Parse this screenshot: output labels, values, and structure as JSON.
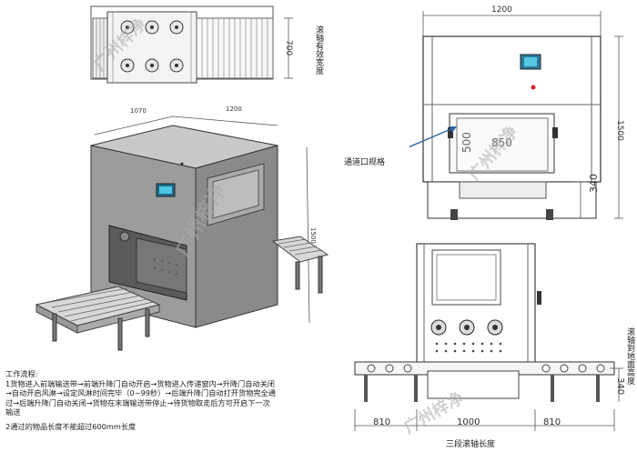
{
  "top_view": {
    "width_dim": "700",
    "width_label": "滚轴有效宽度"
  },
  "front_view": {
    "overall_width": "1200",
    "overall_height": "1500",
    "opening_width": "850",
    "opening_height": "500",
    "base_height": "340",
    "opening_label": "通道口规格"
  },
  "iso_view": {
    "depth_dim": "1070",
    "width_dim": "1200",
    "height_dim": "1500"
  },
  "side_view": {
    "seg_left": "810",
    "seg_mid": "1000",
    "seg_right": "810",
    "roller_height": "340",
    "roller_height_label": "滚轴到地面高度",
    "length_label": "三段滚轴长度"
  },
  "watermark": "广州梓净",
  "notes": {
    "title": "工作流程:",
    "lines": [
      "1货物进入前端输送带→前端升降门自动开启→货物进入传递窗内→升降门自动关闭",
      "→自动开启风淋→设定风淋时间完毕（0~99秒）→后端升降门自动打开货物完全通",
      "过→后端升降门自动关闭→货物在末端输送带停止→待货物取走后方可开启下一次",
      "输送"
    ],
    "note2": "2通过的物品长度不能超过600mm长度"
  }
}
